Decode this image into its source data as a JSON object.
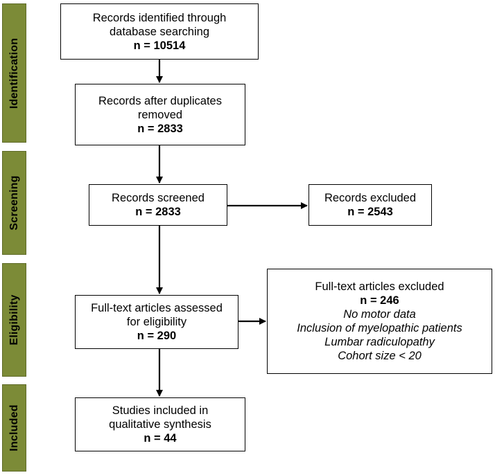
{
  "stages": {
    "identification": "Identification",
    "screening": "Screening",
    "eligibility": "Eligibility",
    "included": "Included"
  },
  "boxes": {
    "identified": {
      "line1": "Records identified through",
      "line2": "database searching",
      "count": "n = 10514"
    },
    "deduplicated": {
      "line1": "Records after duplicates",
      "line2": "removed",
      "count": "n = 2833"
    },
    "screened": {
      "line1": "Records screened",
      "count": "n = 2833"
    },
    "excluded": {
      "line1": "Records excluded",
      "count": "n = 2543"
    },
    "assessed": {
      "line1": "Full-text articles assessed",
      "line2": "for eligibility",
      "count": "n = 290"
    },
    "fulltext_excluded": {
      "line1": "Full-text articles excluded",
      "count": "n = 246",
      "reasons": [
        "No motor data",
        "Inclusion of myelopathic patients",
        "Lumbar radiculopathy",
        "Cohort size < 20"
      ]
    },
    "included": {
      "line1": "Studies included in",
      "line2": "qualitative synthesis",
      "count": "n = 44"
    }
  },
  "colors": {
    "stage_fill": "#7c8b37",
    "stroke": "#000000"
  }
}
